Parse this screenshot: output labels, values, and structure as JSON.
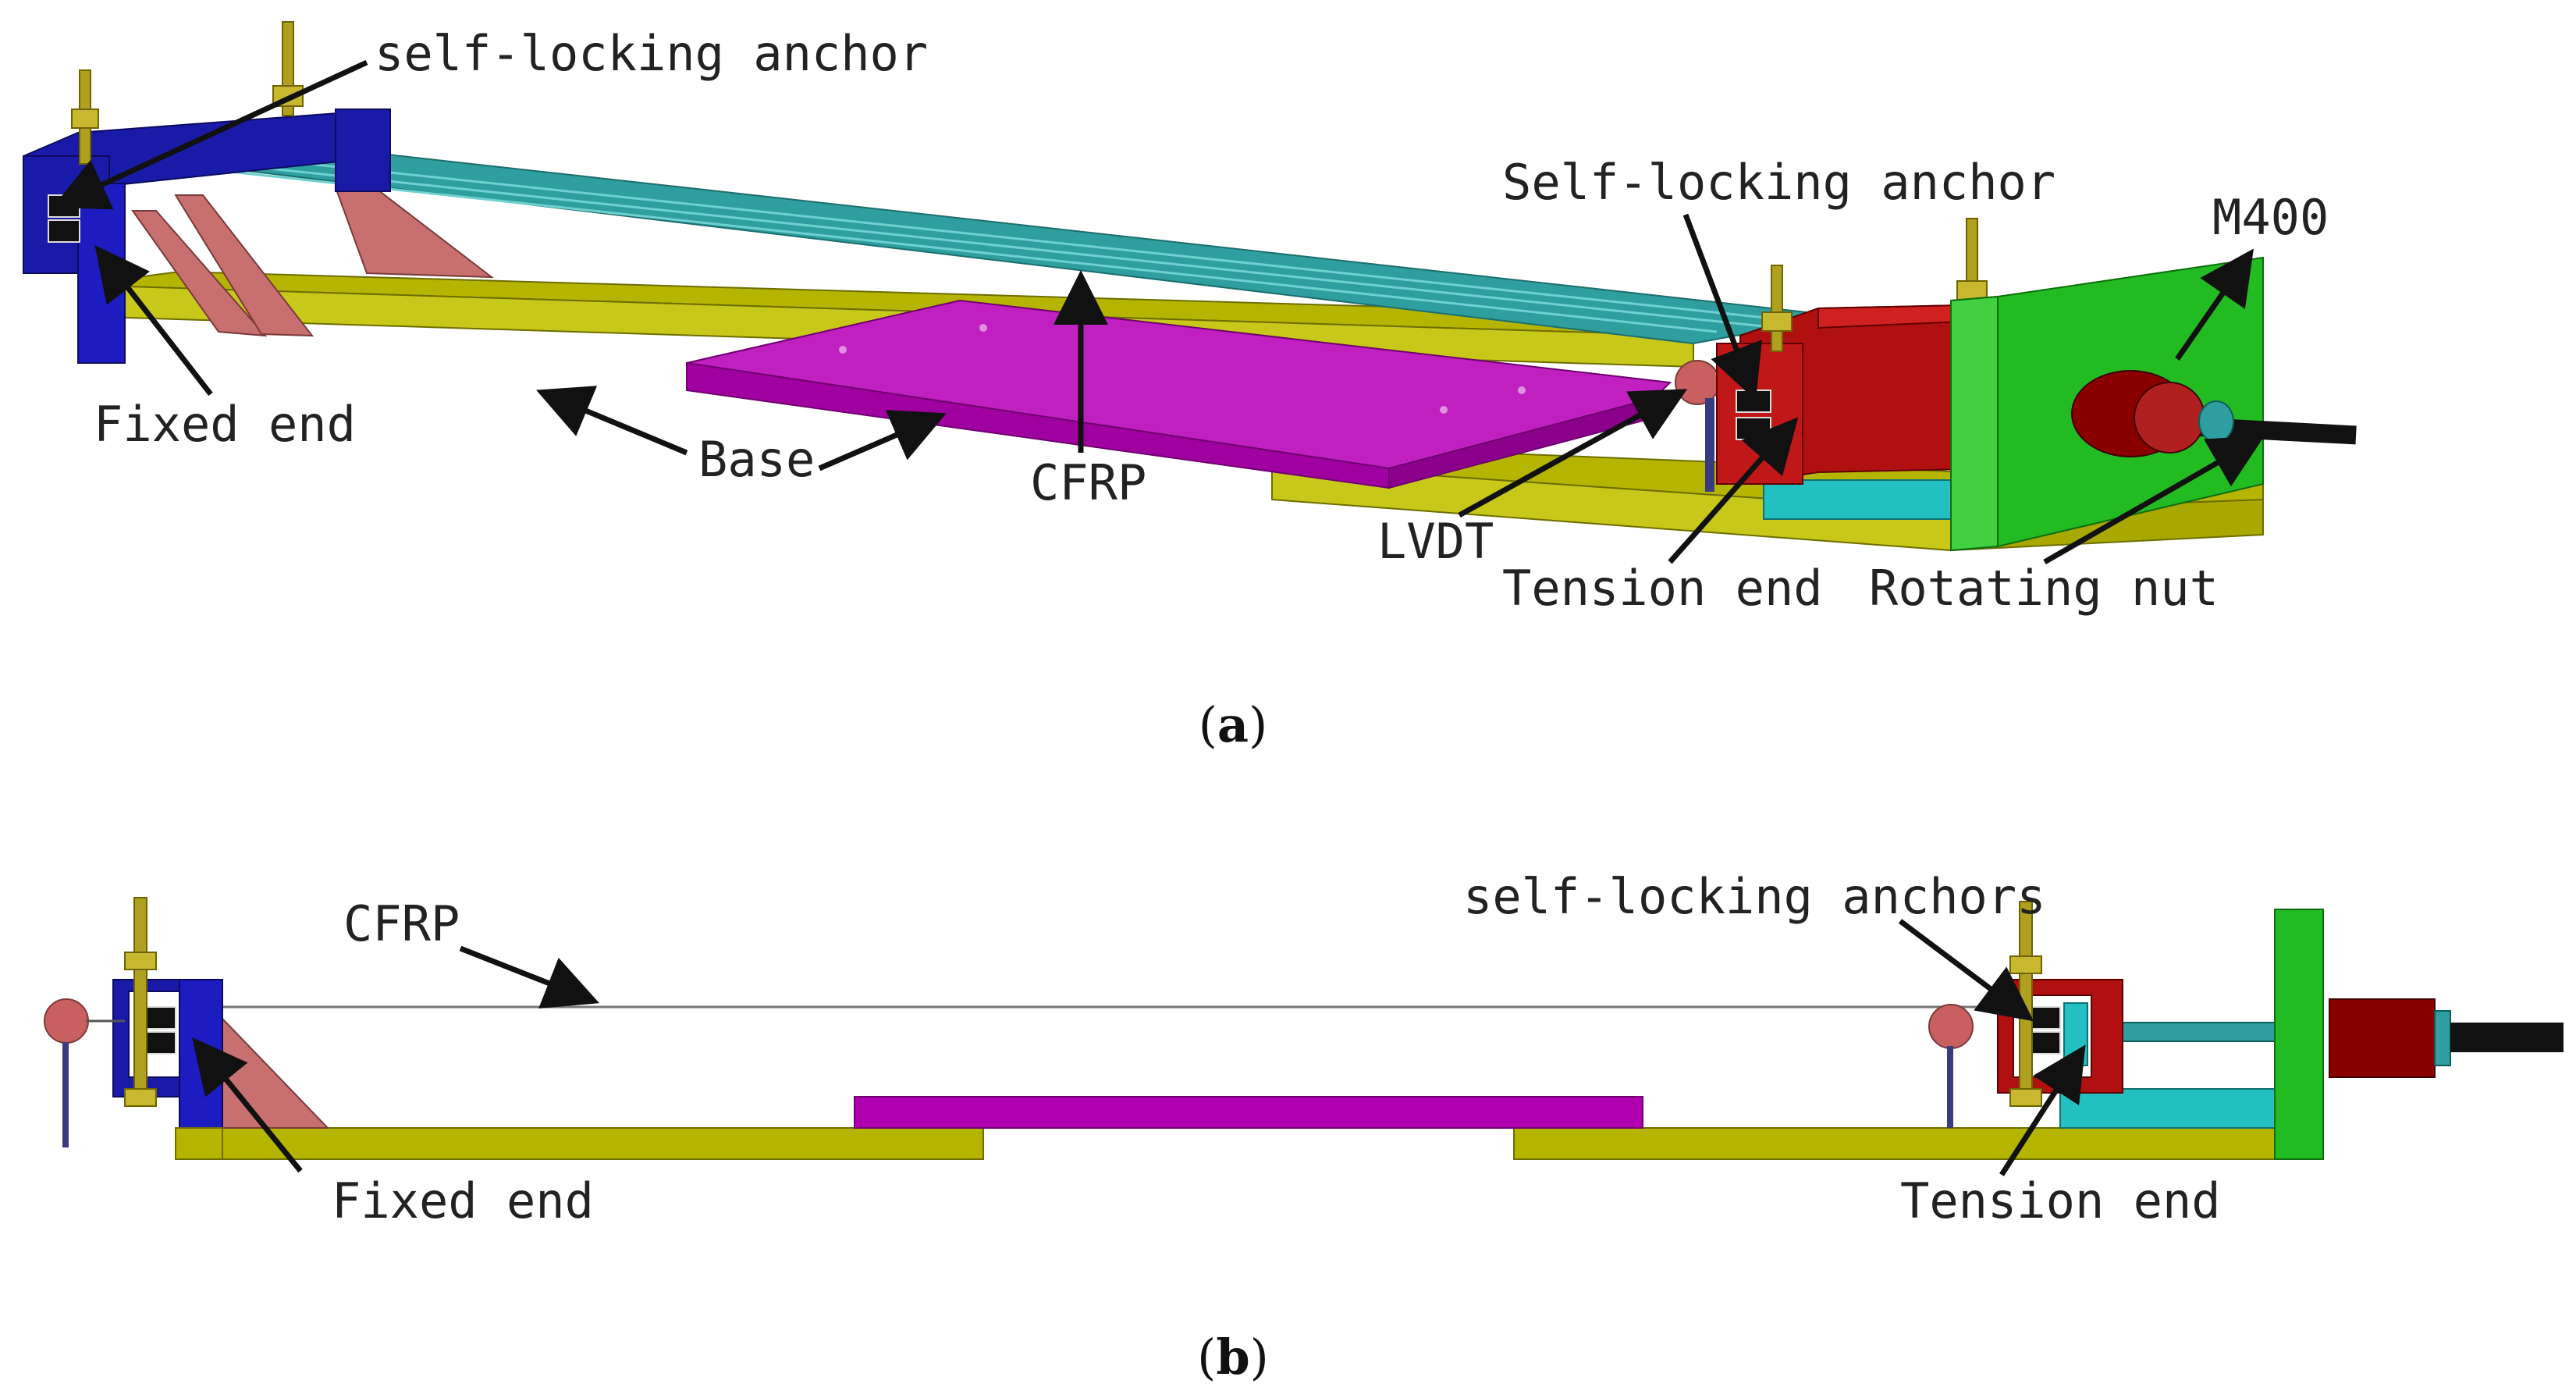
{
  "panel_a": {
    "caption_open": "(",
    "caption_letter": "a",
    "caption_close": ")",
    "labels": {
      "self_locking_anchor_left": "self-locking anchor",
      "fixed_end": "Fixed end",
      "base": "Base",
      "cfrp": "CFRP",
      "self_locking_anchor_right": "Self-locking anchor",
      "m400": "M400",
      "lvdt": "LVDT",
      "tension_end": "Tension end",
      "rotating_nut": "Rotating nut"
    }
  },
  "panel_b": {
    "caption_open": "(",
    "caption_letter": "b",
    "caption_close": ")",
    "labels": {
      "cfrp": "CFRP",
      "self_locking_anchors": "self-locking anchors",
      "fixed_end": "Fixed end",
      "tension_end": "Tension end"
    }
  },
  "colors": {
    "base": "#b5b500",
    "base_top": "#c8c81a",
    "fixed_anchor": "#1a1aa8",
    "tension_anchor": "#b01010",
    "frame": "#22bb22",
    "plate": "#b000b0",
    "cfrp_strip": "#2e9e9e",
    "pink": "#c87070",
    "bolt": "#b0a020",
    "nut": "#8a0000",
    "cyan_block": "#22c0c0",
    "arrow": "#111111"
  }
}
